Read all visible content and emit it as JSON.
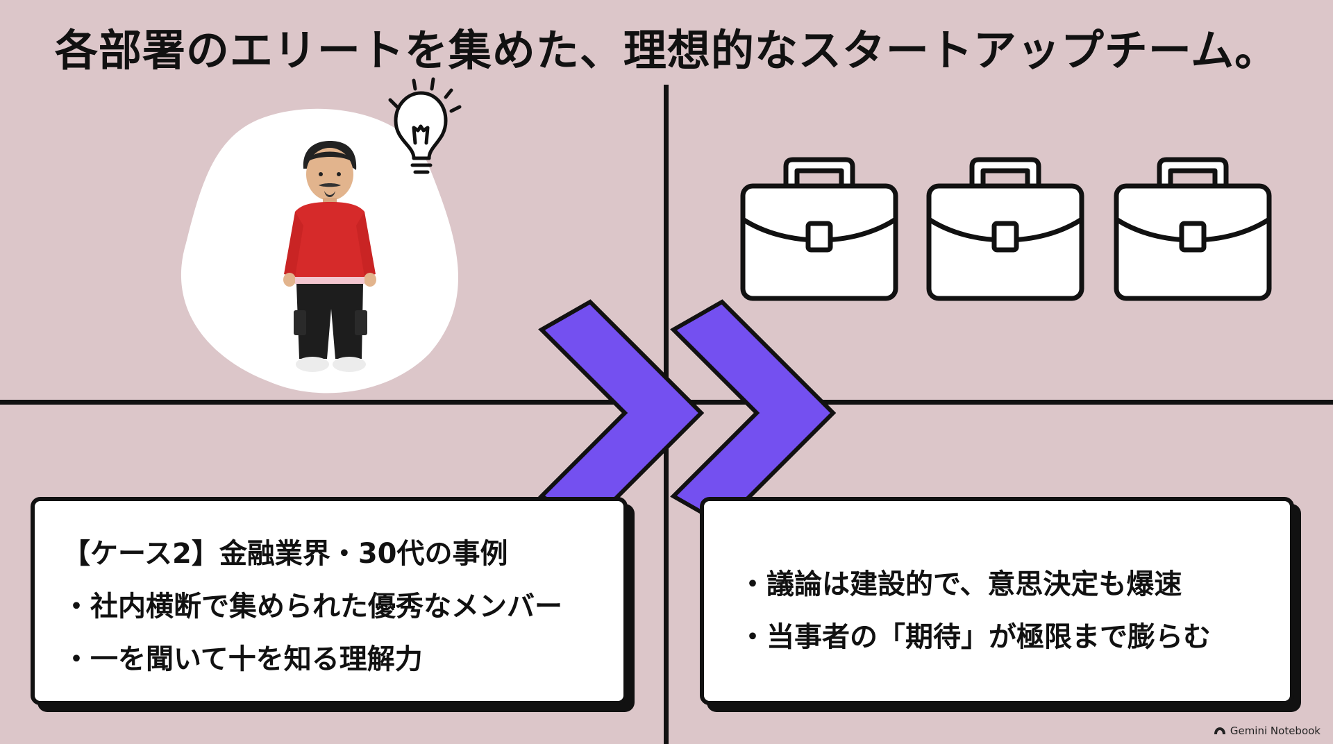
{
  "title": "各部署のエリートを集めた、理想的なスタートアップチーム。",
  "left_box": {
    "lines": [
      "【ケース2】金融業界・30代の事例",
      "・社内横断で集められた優秀なメンバー",
      "・一を聞いて十を知る理解力"
    ]
  },
  "right_box": {
    "lines": [
      "・議論は建設的で、意思決定も爆速",
      "・当事者の「期待」が極限まで膨らむ"
    ]
  },
  "icons": {
    "person": "person-illustration",
    "idea": "lightbulb-icon",
    "briefcase": "briefcase-icon",
    "arrow": "double-chevron-right-icon"
  },
  "colors": {
    "background": "#dcc6c9",
    "accent": "#7450f0",
    "line": "#111111",
    "box": "#ffffff"
  },
  "footer": {
    "brand": "Gemini Notebook"
  }
}
